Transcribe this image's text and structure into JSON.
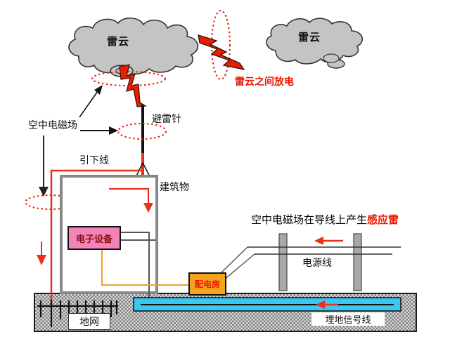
{
  "clouds": {
    "left_label": "雷云",
    "right_label": "雷云",
    "discharge_label": "雷云之间放电"
  },
  "protection": {
    "air_field_label": "空中电磁场",
    "lightning_rod_label": "避雷针",
    "down_conductor_label": "引下线",
    "building_label": "建筑物",
    "equipment_label": "电子设备",
    "distribution_room_label": "配电房",
    "ground_net_label": "地网"
  },
  "induction": {
    "sentence_black": "空中电磁场在导线上产生",
    "sentence_red": "感应雷",
    "power_line_label": "电源线",
    "buried_signal_label": "埋地信号线"
  },
  "colors": {
    "accent_red": "#e8301a",
    "text_red": "#e81800",
    "cloud_gray": "#c4c4c4",
    "equipment_pink": "#f484b8",
    "distribution_orange": "#f5a41d",
    "signal_blue": "#38c8f0",
    "building_gray": "#888888",
    "wire_orange": "#f0a030"
  }
}
